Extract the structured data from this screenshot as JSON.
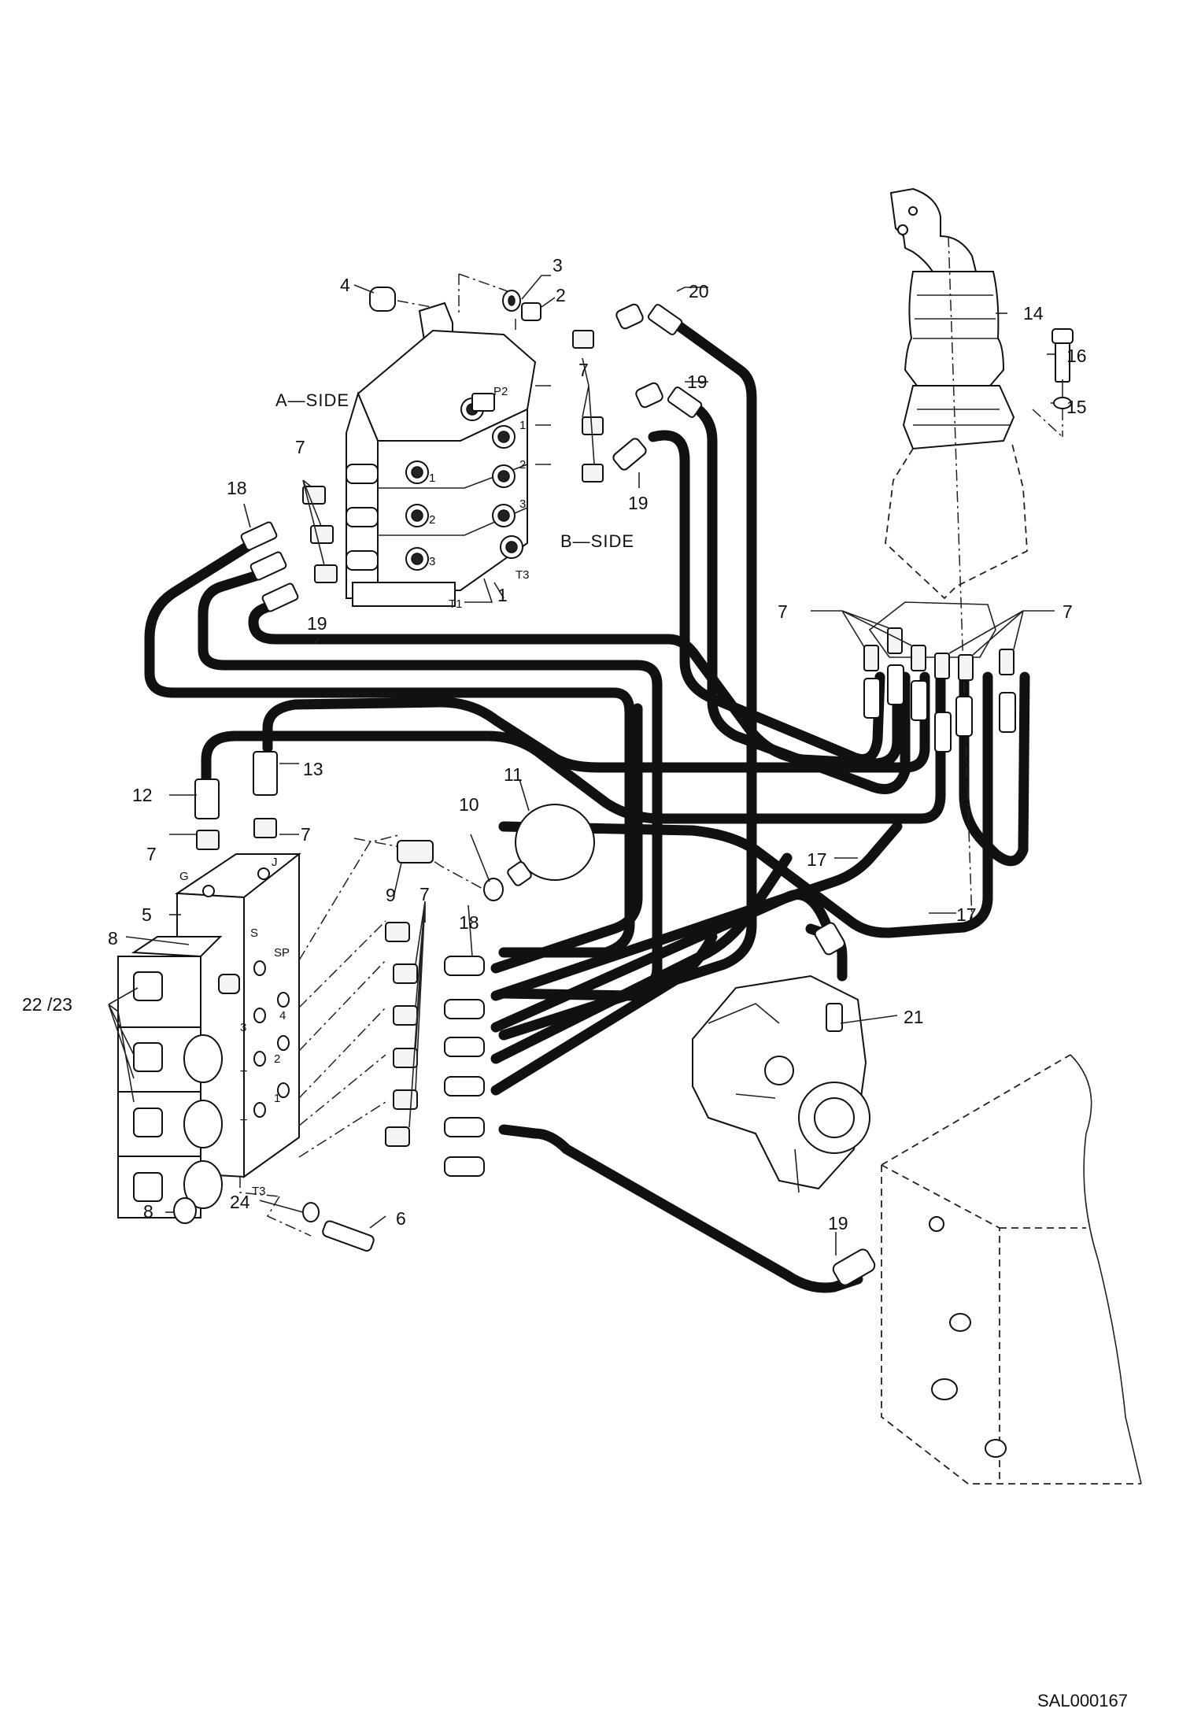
{
  "drawing_number": "SAL000167",
  "side_labels": {
    "a_side": "A—SIDE",
    "b_side": "B—SIDE"
  },
  "callouts": {
    "c1": "1",
    "c2": "2",
    "c3": "3",
    "c4": "4",
    "c5": "5",
    "c6": "6",
    "c7": "7",
    "c8": "8",
    "c9": "9",
    "c10": "10",
    "c11": "11",
    "c12": "12",
    "c13": "13",
    "c14": "14",
    "c15": "15",
    "c16": "16",
    "c17": "17",
    "c18": "18",
    "c19": "19",
    "c20": "20",
    "c21": "21",
    "c22_23": "22 /23",
    "c24": "24"
  },
  "port_labels": {
    "p2": "P2",
    "t1": "T1",
    "t3": "T3",
    "g": "G",
    "j": "J",
    "s": "S",
    "sp": "SP",
    "n1": "1",
    "n2": "2",
    "n3": "3",
    "n4": "4",
    "t": "T"
  }
}
